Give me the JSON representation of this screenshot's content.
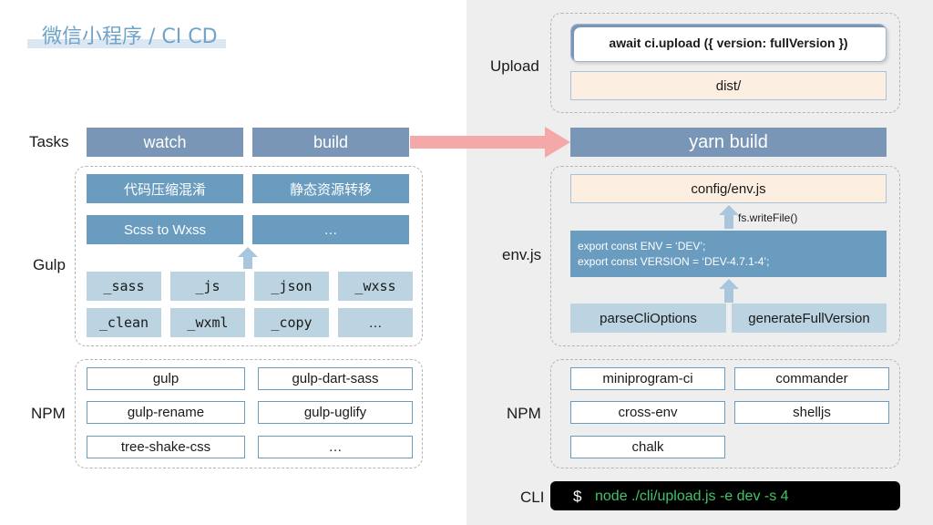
{
  "title": "微信小程序 / CI CD",
  "left": {
    "tasks_label": "Tasks",
    "tasks": [
      "watch",
      "build"
    ],
    "gulp_label": "Gulp",
    "gulp_features": [
      "代码压缩混淆",
      "静态资源转移",
      "Scss to Wxss",
      "…"
    ],
    "gulp_tasks": [
      "_sass",
      "_js",
      "_json",
      "_wxss",
      "_clean",
      "_wxml",
      "_copy",
      "…"
    ],
    "npm_label": "NPM",
    "npm_packages": [
      "gulp",
      "gulp-dart-sass",
      "gulp-rename",
      "gulp-uglify",
      "tree-shake-css",
      "…"
    ]
  },
  "right": {
    "upload_label": "Upload",
    "upload_call": "await ci.upload ({ version: fullVersion })",
    "dist": "dist/",
    "yarn_build": "yarn build",
    "envjs_label": "env.js",
    "config_file": "config/env.js",
    "write_fn": "fs.writeFile()",
    "export_line1": "export const ENV = ‘DEV’;",
    "export_line2": "export const VERSION = ‘DEV-4.7.1-4’;",
    "parse_fn": "parseCliOptions",
    "generate_fn": "generateFullVersion",
    "npm_label": "NPM",
    "npm_packages": [
      "miniprogram-ci",
      "commander",
      "cross-env",
      "shelljs",
      "chalk"
    ],
    "cli_label": "CLI",
    "cli_prompt": "$",
    "cli_command": "node ./cli/upload.js -e dev -s 4"
  },
  "colors": {
    "task_blue": "#7996b6",
    "feature_blue": "#6a9cc0",
    "light_blue": "#bcd4e2",
    "peach": "#fcefe2",
    "arrow_pink": "#f4a9a8",
    "cli_green": "#3fc46a",
    "title_blue": "#6fa3c8"
  }
}
